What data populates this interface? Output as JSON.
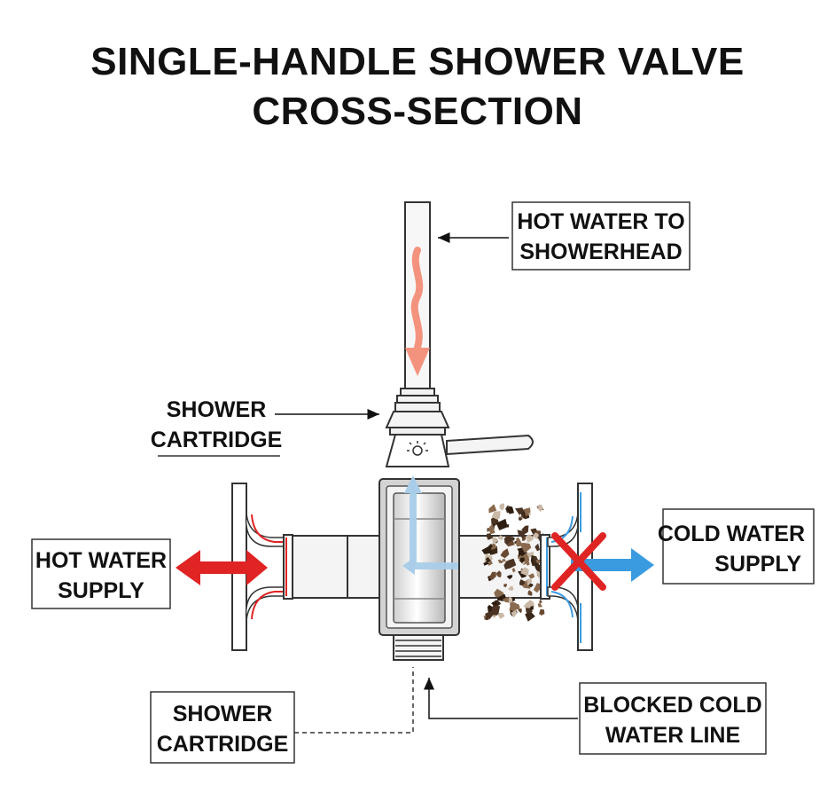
{
  "title": {
    "line1": "SINGLE-HANDLE SHOWER VALVE",
    "line2": "CROSS-SECTION"
  },
  "labels": {
    "hot_to_showerhead": [
      "HOT WATER TO",
      "SHOWERHEAD"
    ],
    "shower_cartridge_top": [
      "SHOWER",
      "CARTRIDGE"
    ],
    "hot_water_supply": [
      "HOT WATER",
      "SUPPLY"
    ],
    "cold_water_supply": [
      "COLD WATER",
      "SUPPLY"
    ],
    "shower_cartridge_bottom": [
      "SHOWER",
      "CARTRIDGE"
    ],
    "blocked_cold_line": [
      "BLOCKED COLD",
      "WATER LINE"
    ]
  },
  "colors": {
    "hot": "#e02424",
    "hot_flow": "#f4937d",
    "cold": "#3b9be0",
    "cold_flow": "#a9cde9",
    "blocked_x": "#e02424",
    "debris": "#4a3322",
    "outline": "#333333",
    "metal": "#e8e8e8"
  }
}
